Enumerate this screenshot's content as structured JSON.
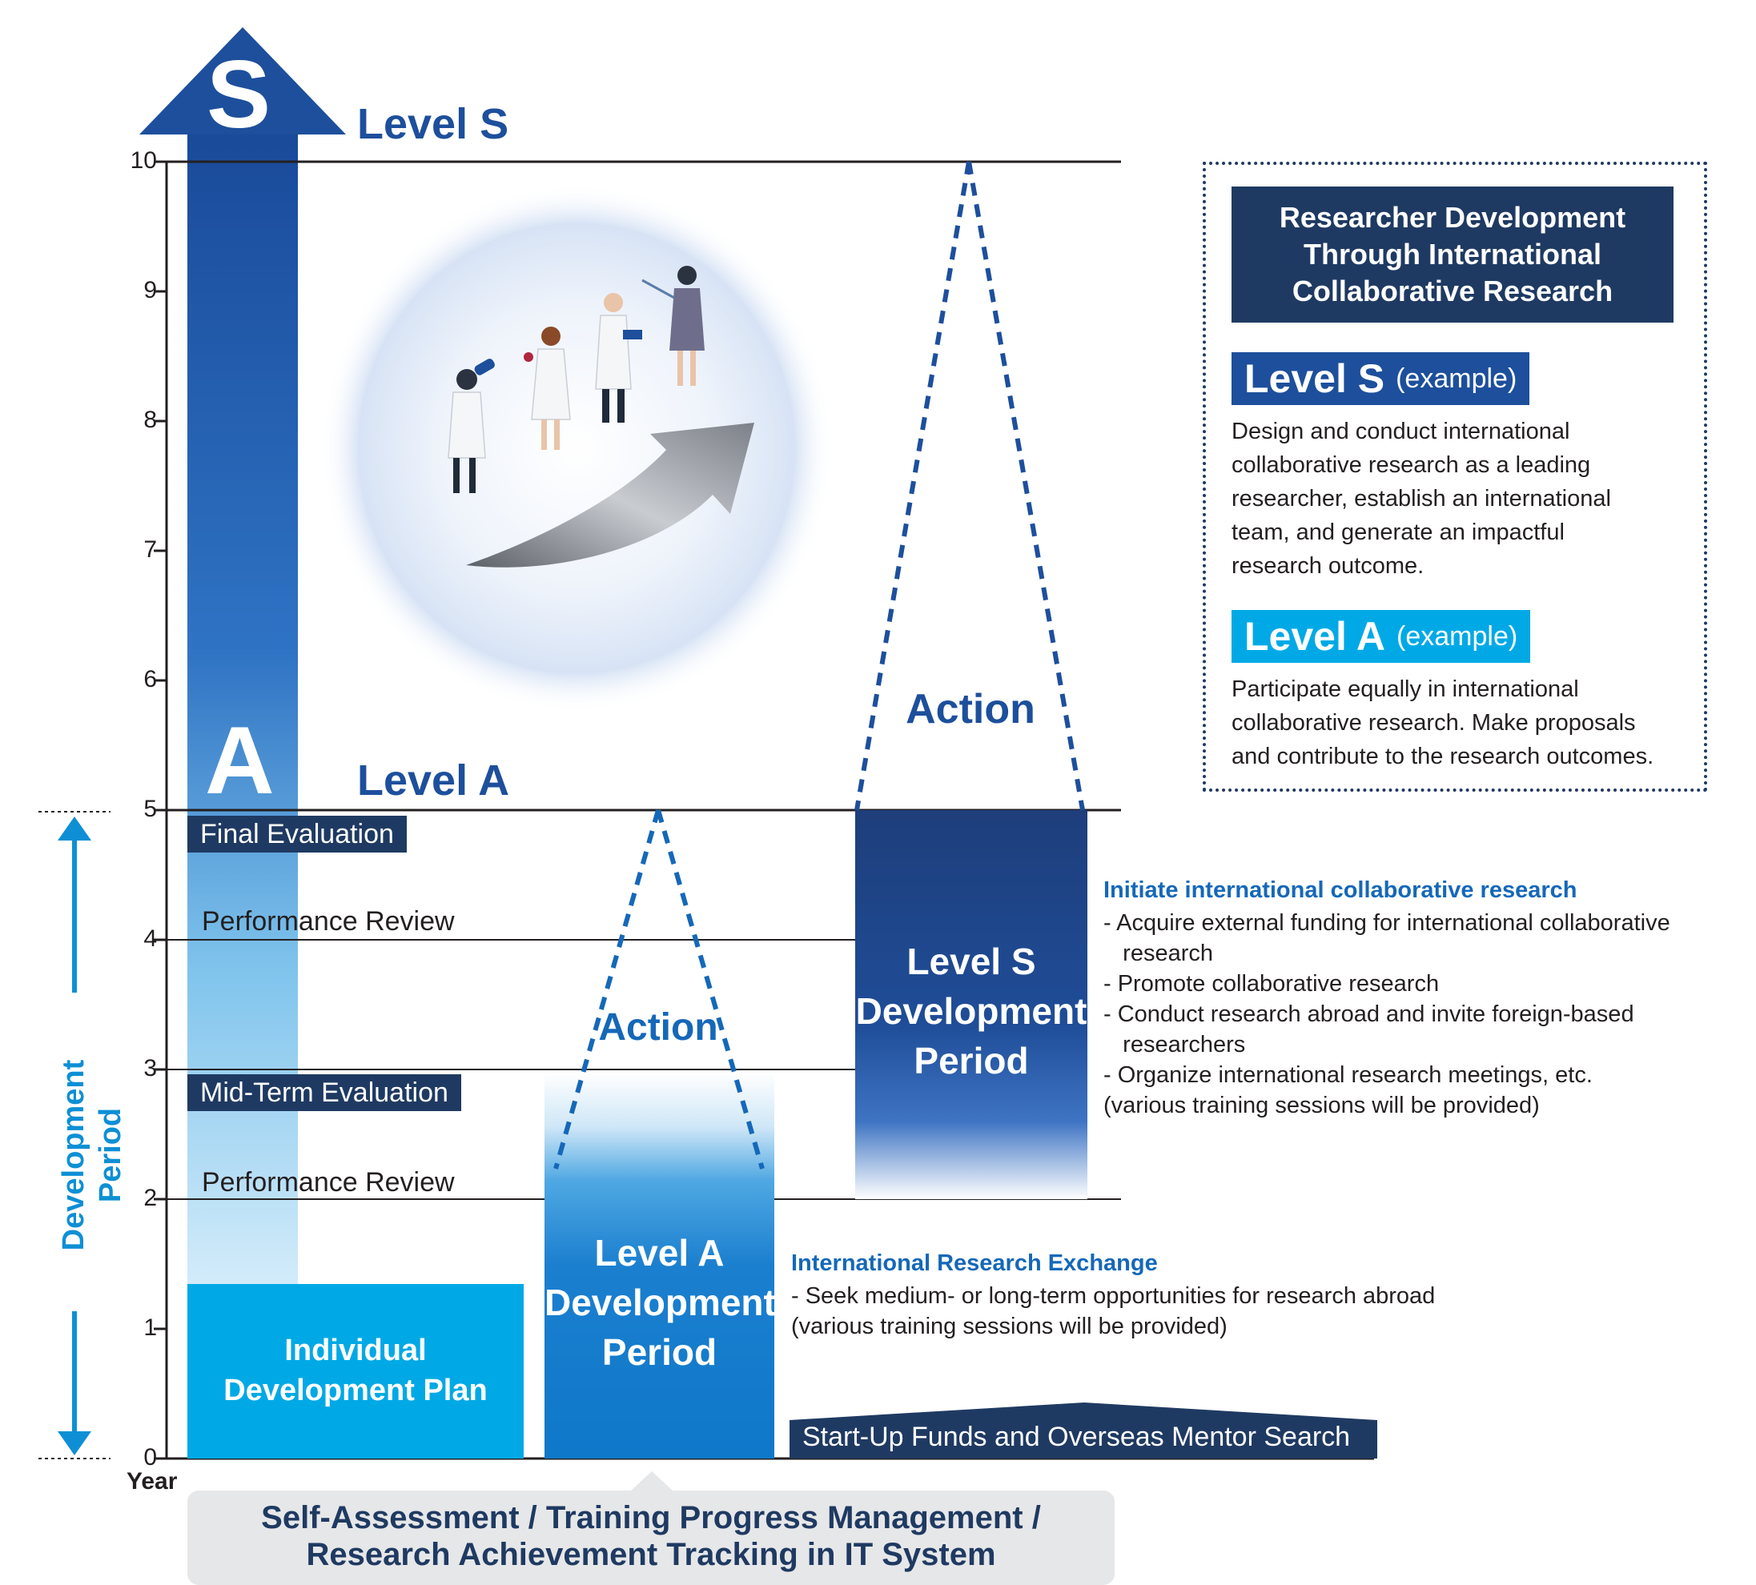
{
  "axis": {
    "y_ticks": [
      "0",
      "1",
      "2",
      "3",
      "4",
      "5",
      "6",
      "7",
      "8",
      "9",
      "10"
    ],
    "year_label": "Year",
    "period_label": "Development Period"
  },
  "levels": {
    "s_letter": "S",
    "a_letter": "A",
    "s_label": "Level S",
    "a_label": "Level A"
  },
  "evaluations": {
    "final": "Final Evaluation",
    "mid": "Mid-Term Evaluation",
    "review_upper": "Performance Review",
    "review_lower": "Performance Review"
  },
  "blocks": {
    "individual": [
      "Individual",
      "Development Plan"
    ],
    "level_a": [
      "Level A",
      "Development",
      "Period"
    ],
    "level_s": [
      "Level S",
      "Development",
      "Period"
    ]
  },
  "actions": {
    "a": "Action",
    "s": "Action"
  },
  "banner": "Start-Up Funds and Overseas Mentor Search",
  "exchange": {
    "heading": "International Research Exchange",
    "lines": [
      "- Seek medium- or long-term opportunities for research abroad",
      "(various training sessions will be provided)"
    ]
  },
  "initiate": {
    "heading": "Initiate international collaborative research",
    "lines": [
      "- Acquire external funding for international collaborative",
      "   research",
      "- Promote collaborative research",
      "- Conduct research abroad and invite foreign-based",
      "   researchers",
      "- Organize international research meetings, etc.",
      "(various training sessions will be provided)"
    ]
  },
  "info": {
    "title": [
      "Researcher Development",
      "Through International",
      "Collaborative Research"
    ],
    "level_s_tag": "Level S",
    "level_a_tag": "Level A",
    "example": "(example)",
    "level_s_desc": [
      "Design and conduct international",
      "collaborative research as a leading",
      "researcher, establish an international",
      "team, and generate an impactful",
      "research outcome."
    ],
    "level_a_desc": [
      "Participate equally in international",
      "collaborative research. Make proposals",
      "and contribute to the research outcomes."
    ]
  },
  "bottom": [
    "Self-Assessment / Training Progress Management /",
    "Research Achievement Tracking in IT System"
  ],
  "colors": {
    "navy": "#1f3a62",
    "blue_dark": "#1d4f9c",
    "blue_mid": "#1e73c3",
    "blue_bright": "#00a9e6",
    "blue_text": "#1568b8",
    "arrow_cyan": "#0e8fd5",
    "gray_panel": "#e6e7e8"
  },
  "icons": [
    "scientist-group-illustration",
    "upward-growth-arrow-icon",
    "double-headed-arrow-icon"
  ]
}
